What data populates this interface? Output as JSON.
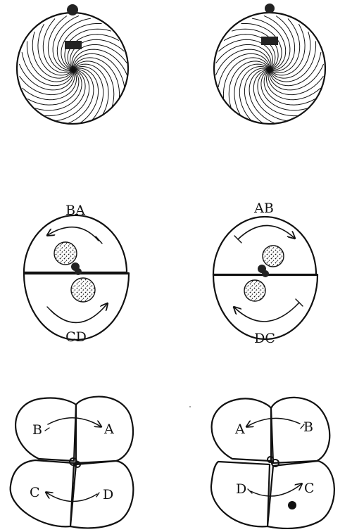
{
  "figure": {
    "zygotes": [
      {
        "label": "",
        "side": "left",
        "spiral": "dextral"
      },
      {
        "label": "",
        "side": "right",
        "spiral": "sinistral"
      }
    ],
    "two_cell": [
      {
        "top_label": "BA",
        "bottom_label": "CD",
        "side": "left"
      },
      {
        "top_label": "AB",
        "bottom_label": "DC",
        "side": "right"
      }
    ],
    "four_cell": [
      {
        "labels": {
          "tl": "B",
          "tr": "A",
          "bl": "C",
          "br": "D"
        },
        "side": "left"
      },
      {
        "labels": {
          "tl": "A",
          "tr": "B",
          "bl": "D",
          "br": "C"
        },
        "side": "right"
      }
    ]
  }
}
